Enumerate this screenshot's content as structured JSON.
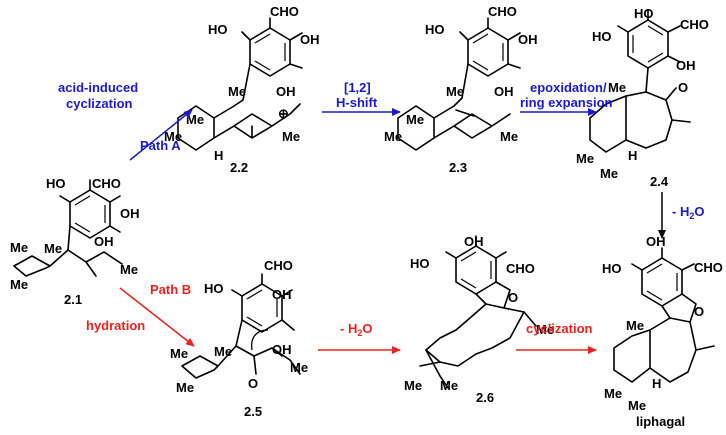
{
  "colors": {
    "path_a": "#1a1acc",
    "path_b": "#e8231f",
    "ink": "#000000"
  },
  "atoms": {
    "HO": "HO",
    "OH": "OH",
    "CHO": "CHO",
    "Me": "Me",
    "H": "H",
    "O": "O",
    "plus": "⊕"
  },
  "compounds": {
    "c21": "2.1",
    "c22": "2.2",
    "c23": "2.3",
    "c24": "2.4",
    "c25": "2.5",
    "c26": "2.6",
    "final": "liphagal"
  },
  "steps": {
    "acid_1": "acid-induced",
    "acid_2": "cyclization",
    "path_a": "Path A",
    "shift_1": "[1,2]",
    "shift_2": "H-shift",
    "epox_1": "epoxidation/",
    "epox_2": "ring expansion",
    "water_a": "- H",
    "water_a_sub": "2",
    "water_a_o": "O",
    "path_b": "Path B",
    "hydration": "hydration",
    "water_b": "- H",
    "water_b_sub": "2",
    "water_b_o": "O",
    "cyclization": "cyclization"
  }
}
